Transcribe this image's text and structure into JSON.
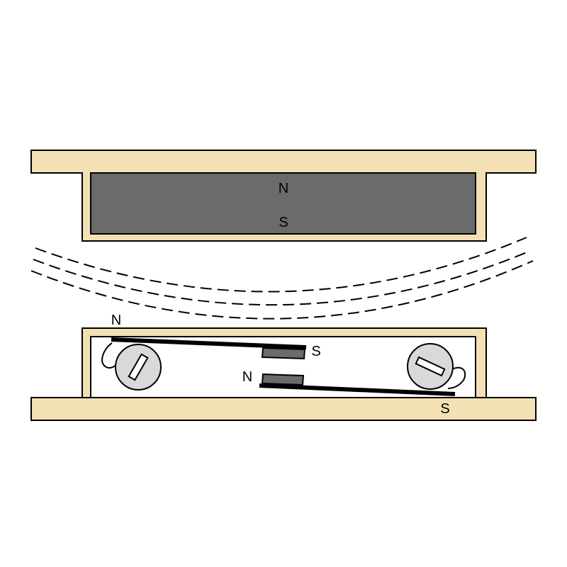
{
  "colors": {
    "housing_fill": "#f3e1b5",
    "outline": "#000000",
    "magnet_fill": "#6b6b6b",
    "cavity_fill": "#ffffff",
    "screw_fill": "#d9d9d9",
    "screw_slot": "#ffffff",
    "reed_color": "#000000",
    "field_line": "#000000"
  },
  "permanent_magnet": {
    "north_label": "N",
    "south_label": "S"
  },
  "reed_switch": {
    "left_reed": {
      "north_label": "N",
      "south_label": "S"
    },
    "right_reed": {
      "north_label": "N",
      "south_label": "S"
    }
  },
  "icons": [
    "adjustment-screw-icon",
    "adjustment-screw-icon"
  ]
}
